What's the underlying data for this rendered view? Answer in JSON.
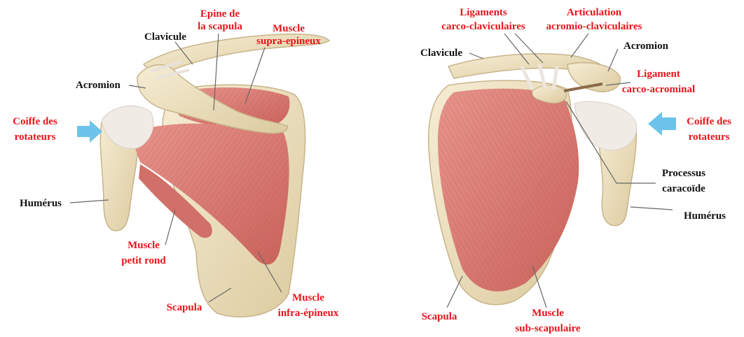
{
  "colors": {
    "annotation_red": "#e8141b",
    "annotation_black": "#111111",
    "arrow_blue": "#6ec3ea",
    "bone": "#efe3c4",
    "bone_shadow": "#d9c79e",
    "muscle": "#d87a72",
    "muscle_dark": "#b8544f",
    "tendon": "#f1ebe6",
    "leader": "#666666"
  },
  "icons": [
    "arrow-right-icon",
    "arrow-left-icon"
  ],
  "left_view": {
    "epine_line1": "Epine de",
    "epine_line2": "la scapula",
    "clavicule": "Clavicule",
    "supra_line1": "Muscle",
    "supra_line2": "supra-epineux",
    "acromion": "Acromion",
    "coiffe_line1": "Coiffe des",
    "coiffe_line2": "rotateurs",
    "humerus": "Humérus",
    "petit_rond_line1": "Muscle",
    "petit_rond_line2": "petit rond",
    "scapula": "Scapula",
    "infra_line1": "Muscle",
    "infra_line2": "infra-épineux"
  },
  "right_view": {
    "lig_cc_line1": "Ligaments",
    "lig_cc_line2": "carco-claviculaires",
    "artic_line1": "Articulation",
    "artic_line2": "acromio-claviculaires",
    "clavicule": "Clavicule",
    "acromion": "Acromion",
    "lig_ca_line1": "Ligament",
    "lig_ca_line2": "carco-acrominal",
    "coiffe_line1": "Coiffe des",
    "coiffe_line2": "rotateurs",
    "processus_line1": "Processus",
    "processus_line2": "caracoïde",
    "humerus": "Humérus",
    "scapula": "Scapula",
    "sub_line1": "Muscle",
    "sub_line2": "sub-scapulaire"
  }
}
